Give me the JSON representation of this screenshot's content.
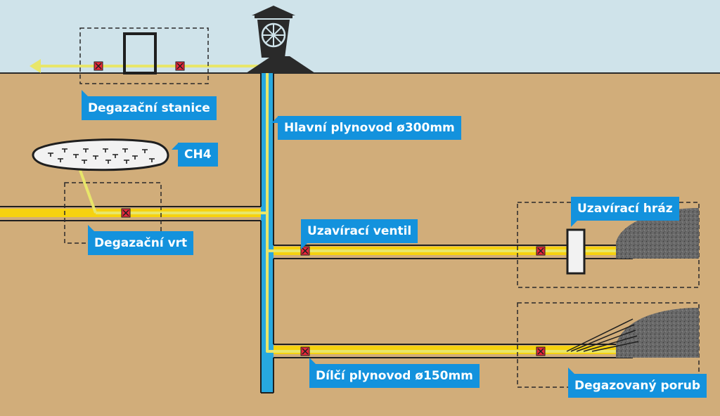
{
  "labels": {
    "degas_station": "Degazační stanice",
    "main_pipeline": "Hlavní plynovod ø300mm",
    "ch4": "CH4",
    "degas_borehole": "Degazační vrt",
    "shutoff_valve": "Uzavírací ventil",
    "shutoff_dam": "Uzavírací hráz",
    "branch_pipeline": "Dílčí plynovod ø150mm",
    "degassed_face": "Degazovaný porub"
  },
  "colors": {
    "sky": "#cfe3ea",
    "ground": "#d1ad7a",
    "pipe_yellow": "#f6d20f",
    "pipe_light": "#e8e66a",
    "shaft_blue": "#27a8e0",
    "label_blue": "#1392dd",
    "valve_red": "#e8283a",
    "rock_gray": "#5e5e5e"
  },
  "icons": {
    "headframe": "mine-headframe-icon",
    "valve": "valve-icon",
    "arrow": "arrow-left-icon"
  }
}
